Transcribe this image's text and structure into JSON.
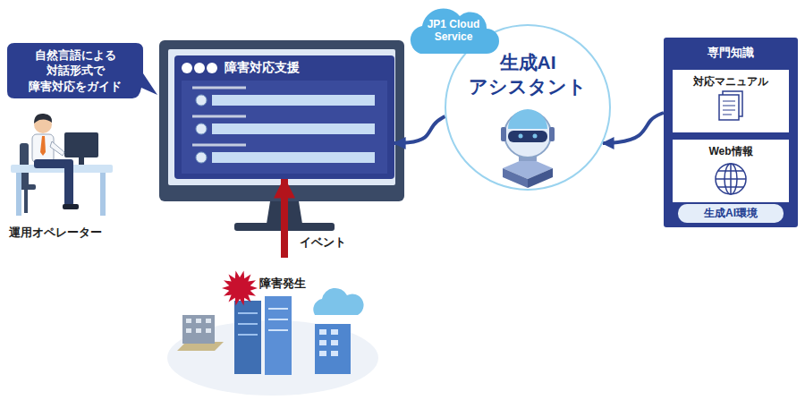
{
  "diagram": {
    "nodes": [
      {
        "text": [
          "自然言語による 対話形式で 障害対応をガイド"
        ]
      },
      {
        "text": [
          "障害対応支援"
        ]
      },
      {
        "text": [
          "JP1 Cloud Service"
        ]
      },
      {
        "text": [
          "生成AI アシスタント"
        ]
      },
      {
        "text": [
          "専門知識",
          "生成AI環境"
        ]
      },
      {
        "text": [
          "対応マニュアル"
        ],
        "in": 4
      },
      {
        "text": [
          "Web情報"
        ],
        "in": 4
      },
      {
        "text": [
          "障害発生"
        ]
      }
    ],
    "edges": [
      {
        "from": 4,
        "to": 3,
        "arrow": "to"
      },
      {
        "from": 3,
        "to": 1,
        "arrow": "to"
      },
      {
        "from": 7,
        "to": 1,
        "label": "イベント",
        "arrow": "to"
      }
    ],
    "labels": [
      "運用オペレーター"
    ]
  }
}
